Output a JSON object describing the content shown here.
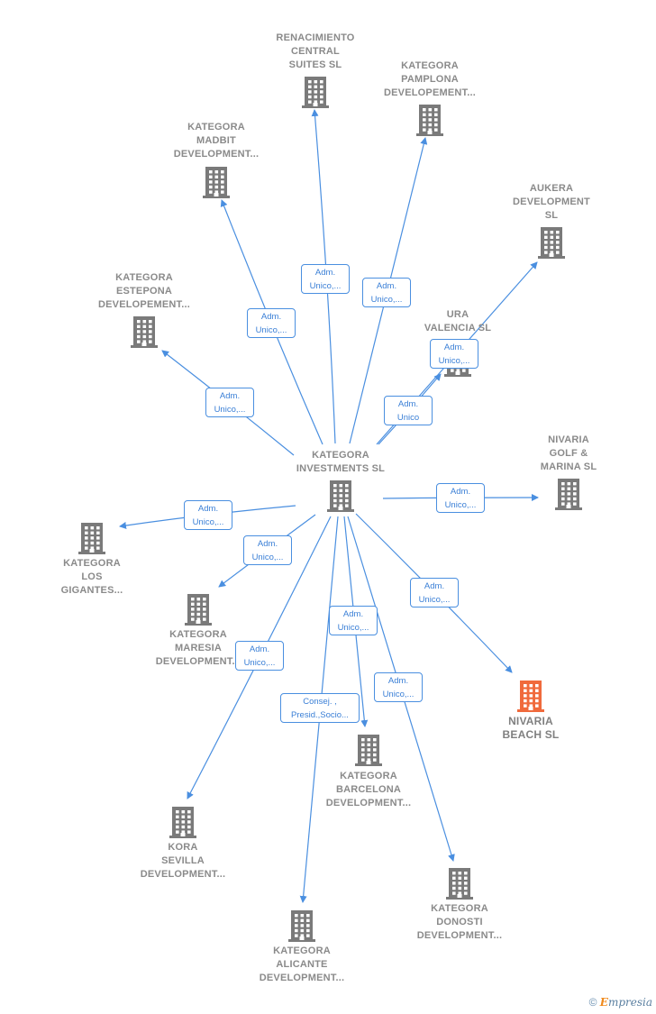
{
  "colors": {
    "edge": "#4a8fe0",
    "node_icon": "#7a7a7a",
    "focus_icon": "#f06a3c",
    "label": "#8a8a8a"
  },
  "center": {
    "label": "KATEGORA\nINVESTMENTS SL"
  },
  "nodes": [
    {
      "id": "renacimiento",
      "label": "RENACIMIENTO\nCENTRAL\nSUITES  SL",
      "focus": false
    },
    {
      "id": "pamplona",
      "label": "KATEGORA\nPAMPLONA\nDEVELOPEMENT...",
      "focus": false
    },
    {
      "id": "madbit",
      "label": "KATEGORA\nMADBIT\nDEVELOPMENT...",
      "focus": false
    },
    {
      "id": "aukera",
      "label": "AUKERA\nDEVELOPMENT\nSL",
      "focus": false
    },
    {
      "id": "estepona",
      "label": "KATEGORA\nESTEPONA\nDEVELOPEMENT...",
      "focus": false
    },
    {
      "id": "ura",
      "label": "URA\nVALENCIA  SL",
      "focus": false
    },
    {
      "id": "nivaria_golf",
      "label": "NIVARIA\nGOLF &\nMARINA  SL",
      "focus": false
    },
    {
      "id": "gigantes",
      "label": "KATEGORA\nLOS\nGIGANTES...",
      "focus": false
    },
    {
      "id": "maresia",
      "label": "KATEGORA\nMARESIA\nDEVELOPMENT...",
      "focus": false
    },
    {
      "id": "nivaria_beach",
      "label": "NIVARIA\nBEACH  SL",
      "focus": true
    },
    {
      "id": "barcelona",
      "label": "KATEGORA\nBARCELONA\nDEVELOPMENT...",
      "focus": false
    },
    {
      "id": "sevilla",
      "label": "KORA\nSEVILLA\nDEVELOPMENT...",
      "focus": false
    },
    {
      "id": "donosti",
      "label": "KATEGORA\nDONOSTI\nDEVELOPMENT...",
      "focus": false
    },
    {
      "id": "alicante",
      "label": "KATEGORA\nALICANTE\nDEVELOPMENT...",
      "focus": false
    }
  ],
  "edges": [
    {
      "to": "renacimiento",
      "label": "Adm.\nUnico,..."
    },
    {
      "to": "pamplona",
      "label": "Adm.\nUnico,..."
    },
    {
      "to": "madbit",
      "label": "Adm.\nUnico,..."
    },
    {
      "to": "aukera",
      "label": "Adm.\nUnico,..."
    },
    {
      "to": "estepona",
      "label": "Adm.\nUnico,..."
    },
    {
      "to": "ura",
      "label": "Adm.\nUnico"
    },
    {
      "to": "nivaria_golf",
      "label": "Adm.\nUnico,..."
    },
    {
      "to": "gigantes",
      "label": "Adm.\nUnico,..."
    },
    {
      "to": "maresia",
      "label": "Adm.\nUnico,..."
    },
    {
      "to": "nivaria_beach",
      "label": "Adm.\nUnico,..."
    },
    {
      "to": "barcelona",
      "label": "Adm.\nUnico,..."
    },
    {
      "to": "sevilla",
      "label": "Adm.\nUnico,..."
    },
    {
      "to": "donosti",
      "label": "Adm.\nUnico,..."
    },
    {
      "to": "alicante",
      "label": "Consej. ,\nPresid.,Socio..."
    }
  ],
  "footer": {
    "copyright": "©",
    "brand_initial": "E",
    "brand_rest": "mpresia"
  }
}
